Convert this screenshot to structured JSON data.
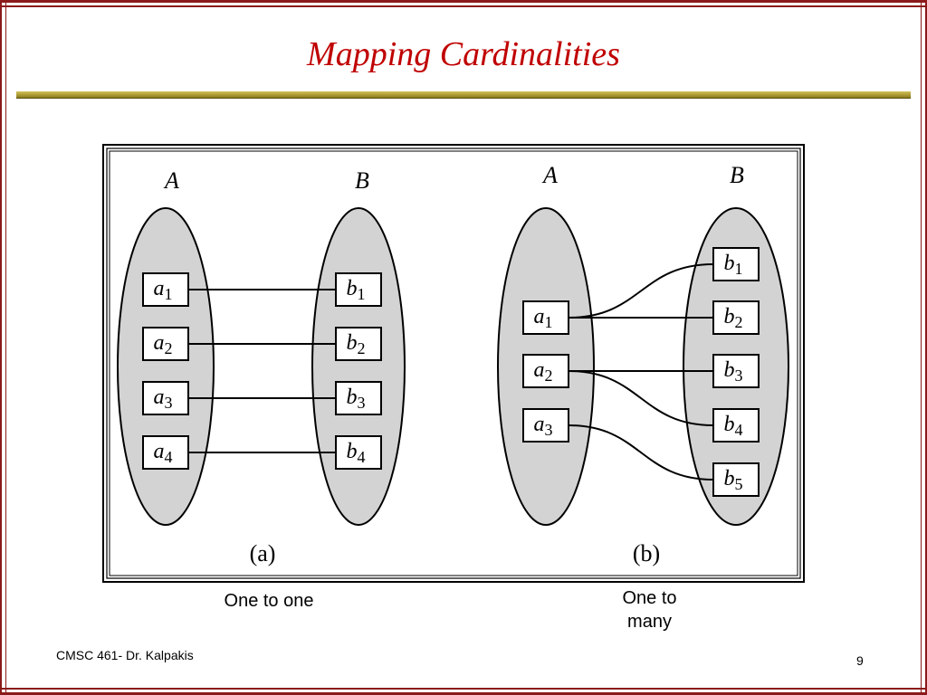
{
  "slide": {
    "title": "Mapping Cardinalities",
    "footer_left": "CMSC 461- Dr. Kalpakis",
    "page_number": "9"
  },
  "diagram": {
    "panel_a": {
      "set_a_label": "A",
      "set_b_label": "B",
      "left_elements": [
        {
          "base": "a",
          "sub": "1"
        },
        {
          "base": "a",
          "sub": "2"
        },
        {
          "base": "a",
          "sub": "3"
        },
        {
          "base": "a",
          "sub": "4"
        }
      ],
      "right_elements": [
        {
          "base": "b",
          "sub": "1"
        },
        {
          "base": "b",
          "sub": "2"
        },
        {
          "base": "b",
          "sub": "3"
        },
        {
          "base": "b",
          "sub": "4"
        }
      ],
      "mappings": [
        [
          0,
          0
        ],
        [
          1,
          1
        ],
        [
          2,
          2
        ],
        [
          3,
          3
        ]
      ],
      "panel_label": "(a)",
      "caption": "One to one"
    },
    "panel_b": {
      "set_a_label": "A",
      "set_b_label": "B",
      "left_elements": [
        {
          "base": "a",
          "sub": "1"
        },
        {
          "base": "a",
          "sub": "2"
        },
        {
          "base": "a",
          "sub": "3"
        }
      ],
      "right_elements": [
        {
          "base": "b",
          "sub": "1"
        },
        {
          "base": "b",
          "sub": "2"
        },
        {
          "base": "b",
          "sub": "3"
        },
        {
          "base": "b",
          "sub": "4"
        },
        {
          "base": "b",
          "sub": "5"
        }
      ],
      "mappings": [
        [
          0,
          0
        ],
        [
          0,
          1
        ],
        [
          1,
          2
        ],
        [
          1,
          3
        ],
        [
          2,
          4
        ]
      ],
      "panel_label": "(b)",
      "caption_line1": "One to",
      "caption_line2": "many"
    }
  },
  "colors": {
    "frame": "#8b1a1a",
    "title": "#c00000",
    "ellipse_fill": "#d3d3d3"
  }
}
